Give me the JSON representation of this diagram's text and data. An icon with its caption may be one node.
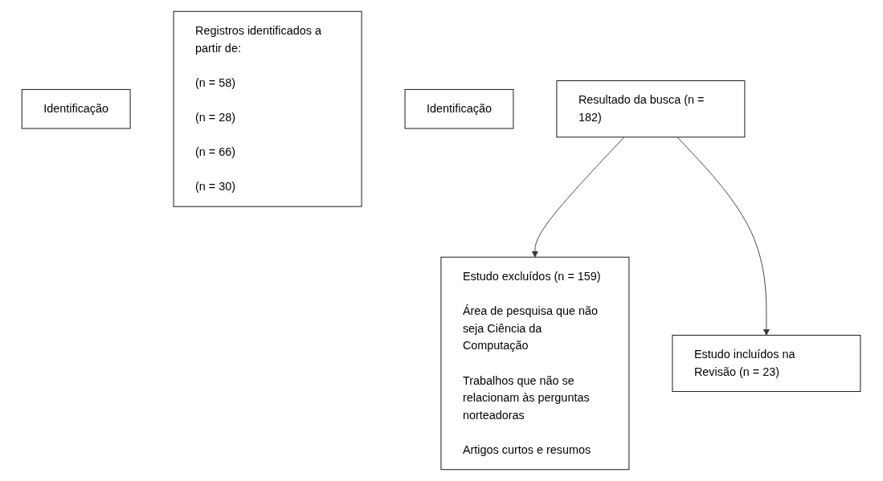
{
  "diagram": {
    "nodes": [
      {
        "text": [
          "Identificação"
        ]
      },
      {
        "text": [
          "Registros identificados a partir de:",
          "(n = 58)",
          "(n = 28)",
          "(n = 66)",
          "(n = 30)"
        ]
      },
      {
        "text": [
          "Identificação"
        ]
      },
      {
        "text": [
          "Resultado da busca (n = 182)"
        ]
      },
      {
        "text": [
          "Estudo excluídos (n = 159)",
          "Área de pesquisa que não seja Ciência da Computação",
          "Trabalhos que não se relacionam às perguntas norteadoras",
          "Artigos curtos e resumos"
        ]
      },
      {
        "text": [
          "Estudo incluídos na Revisão (n = 23)"
        ]
      }
    ],
    "edges": [
      {
        "from": 3,
        "to": 4,
        "arrow": "to"
      },
      {
        "from": 3,
        "to": 5,
        "arrow": "to"
      }
    ]
  }
}
